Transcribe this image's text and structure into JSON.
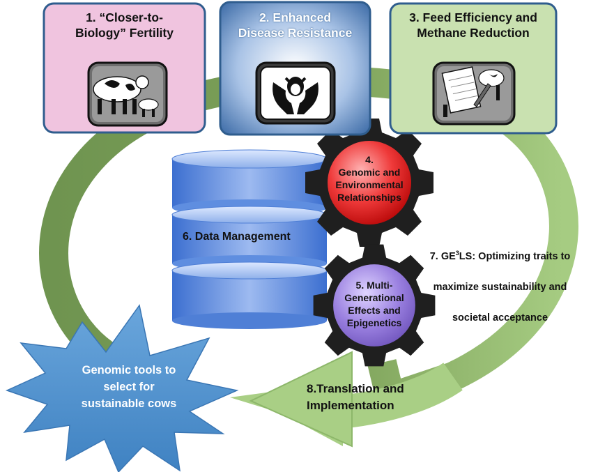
{
  "boxes": [
    {
      "id": 1,
      "title": "1. “Closer-to-\nBiology” Fertility",
      "icon": "cows-icon",
      "fill": "#f0c4df",
      "text_color": "#111111"
    },
    {
      "id": 2,
      "title": "2. Enhanced\nDisease Resistance",
      "icon": "hands-cow-icon",
      "fill": "#3f6fa8",
      "text_color": "#ffffff"
    },
    {
      "id": 3,
      "title": "3. Feed Efficiency and\nMethane Reduction",
      "icon": "notepad-cow-icon",
      "fill": "#c9e1b0",
      "text_color": "#111111"
    }
  ],
  "gear4": {
    "label": "4.\nGenomic and\nEnvironmental\nRelationships",
    "color": "#e02020"
  },
  "gear5": {
    "label": "5. Multi-\nGenerational\nEffects and\nEpigenetics",
    "color": "#8f73d6"
  },
  "database": {
    "label": "6. Data Management",
    "color": "#4f7fd6"
  },
  "item7": {
    "prefix": "7. GE",
    "sup": "3",
    "suffix": "LS: Optimizing traits to",
    "line2": "maximize sustainability and",
    "line3": "societal acceptance"
  },
  "item8": {
    "label": "8.Translation and\nImplementation"
  },
  "starburst": {
    "label": "Genomic tools to\nselect for\nsustainable cows",
    "color": "#4e8fcd"
  },
  "colors": {
    "cycle_arrow": "#7ea25a",
    "arrow_head_light": "#a9cf85",
    "gear_body": "#1f1f1f"
  }
}
